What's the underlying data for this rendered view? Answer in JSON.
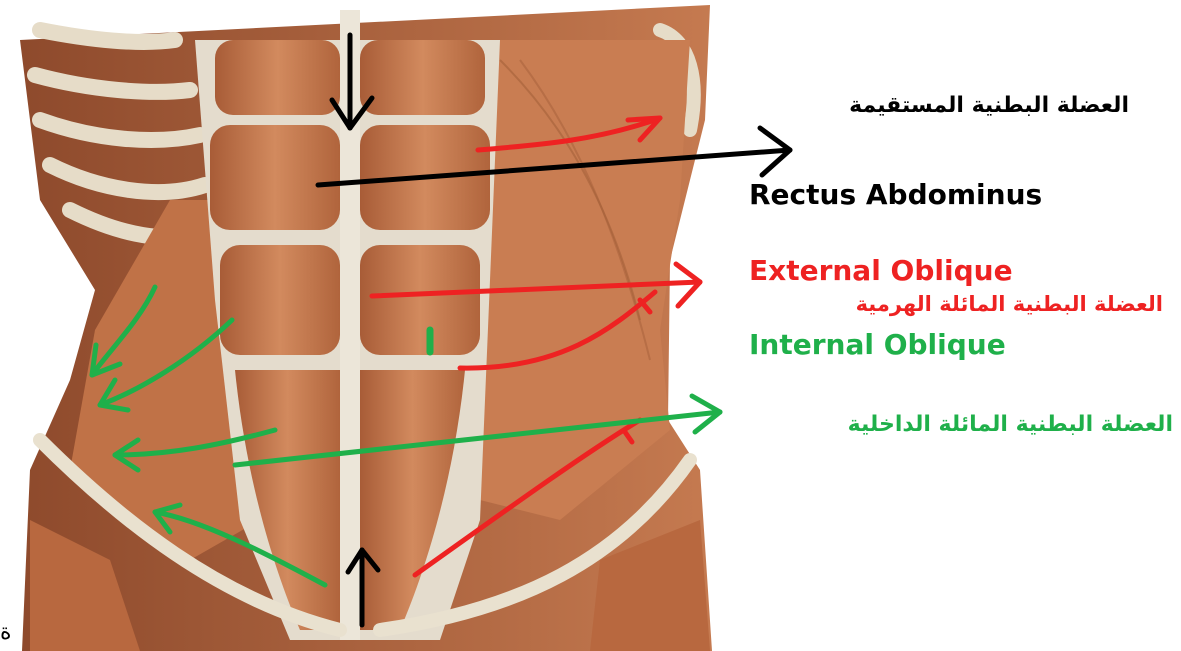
{
  "labels": {
    "rectus_ar": "العضلة البطنية المستقيمة",
    "rectus_en": "Rectus Abdominus",
    "external_en": "External Oblique",
    "external_ar": "العضلة البطنية المائلة الهرمية",
    "internal_en": "Internal Oblique",
    "internal_ar": "العضلة البطنية المائلة الداخلية",
    "stray_char": "ة"
  },
  "colors": {
    "rectus": "#000000",
    "external": "#ee2222",
    "internal": "#1fb04a",
    "muscle": "#c7784e",
    "muscle_dark": "#9c5433",
    "fascia": "#e9e3d8",
    "bone": "#efe6d2"
  }
}
